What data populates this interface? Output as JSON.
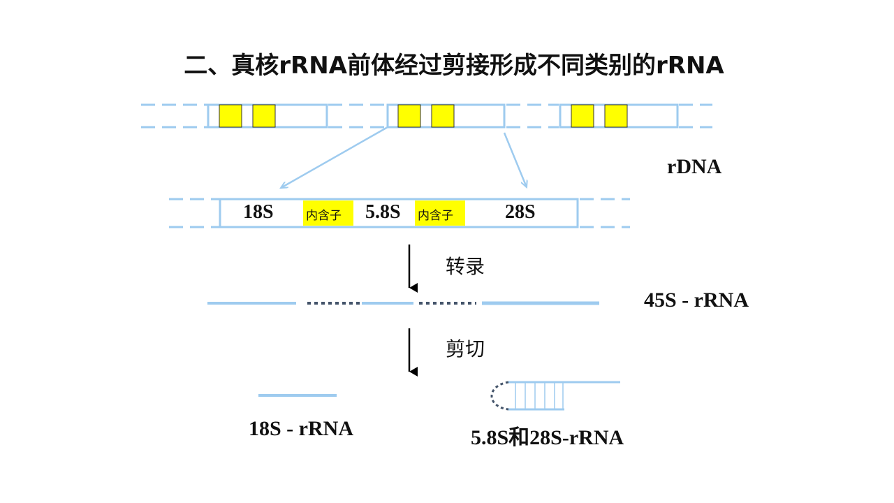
{
  "slide": {
    "title": "二、真核rRNA前体经过剪接形成不同类别的rRNA"
  },
  "labels": {
    "rdna": "rDNA",
    "segment_18s": "18S",
    "intron_1": "内含子",
    "segment_5_8s": "5.8S",
    "intron_2": "内含子",
    "segment_28s": "28S",
    "step_transcription": "转录",
    "precursor": "45S - rRNA",
    "step_cleavage": "剪切",
    "product_18s": "18S - rRNA",
    "product_5_8s_28s": "5.8S和28S-rRNA"
  },
  "colors": {
    "strand_blue": "#9ecbef",
    "intron_yellow": "#ffff00",
    "text": "#111111",
    "dotted_gray": "#44546a",
    "arrow_black": "#000000"
  }
}
